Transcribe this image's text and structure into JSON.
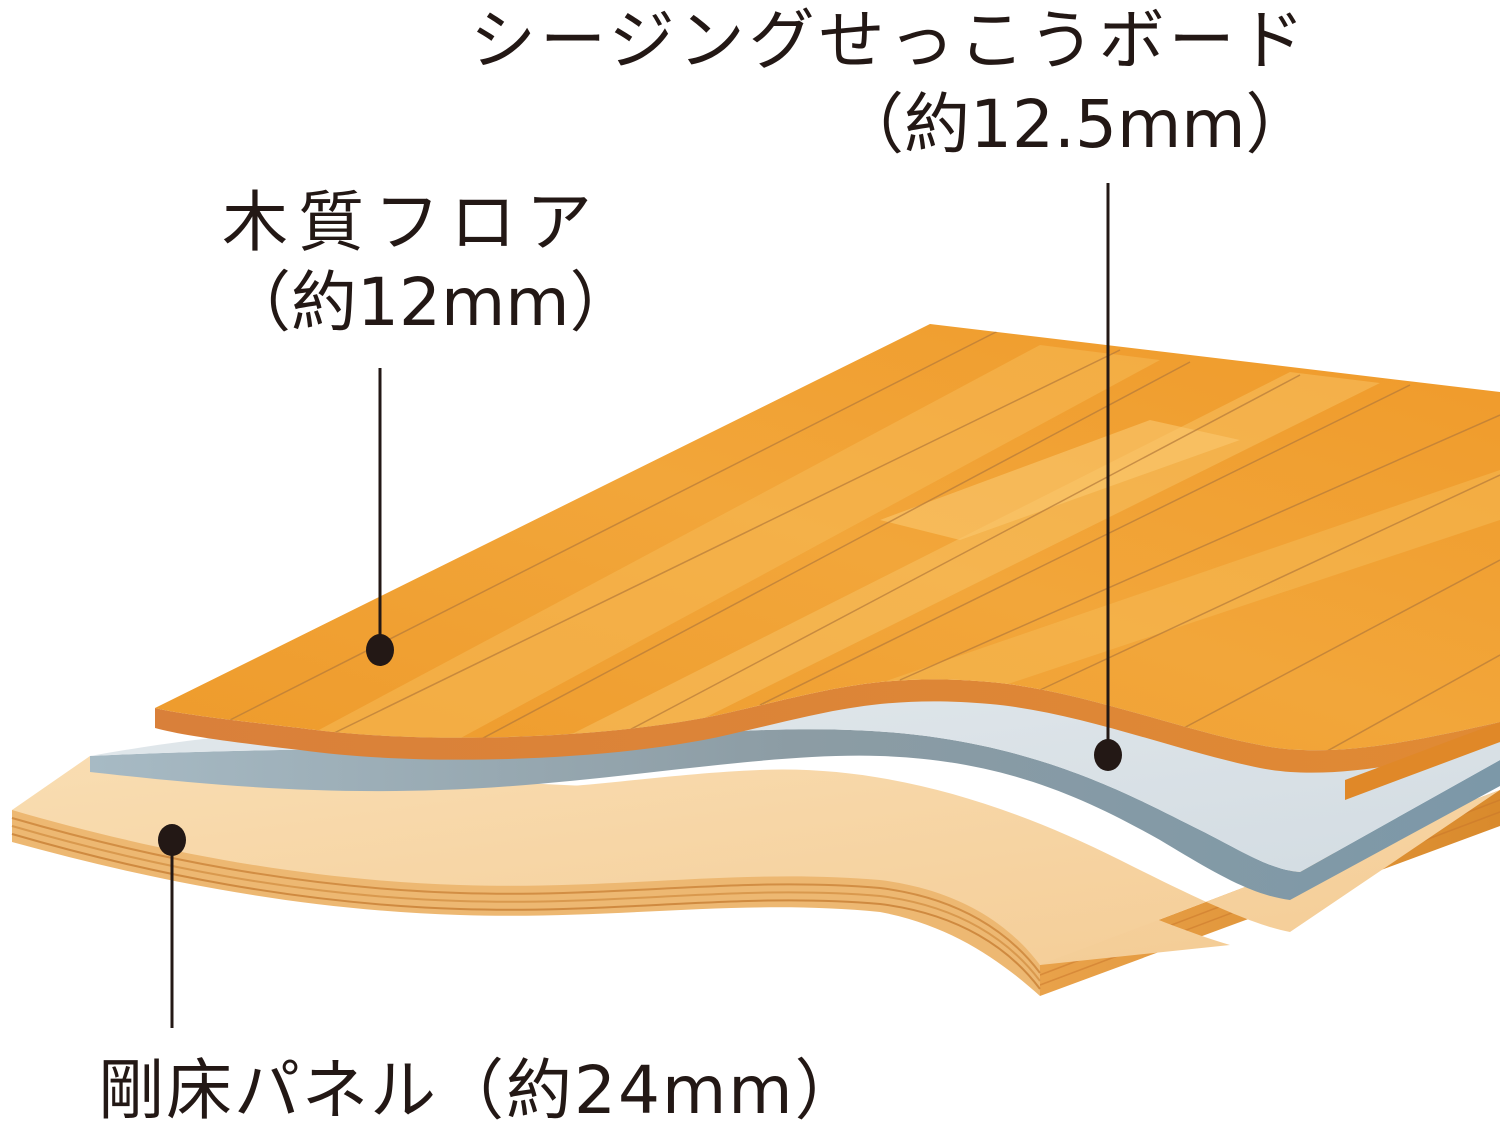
{
  "diagram": {
    "type": "floor-construction-cross-section",
    "layers": [
      {
        "id": "wood-floor",
        "name": "木質フロア",
        "thickness": "（約12mm）",
        "color_top": "#F0A030",
        "color_light": "#F7C05A",
        "color_edge": "#D87A2A"
      },
      {
        "id": "gypsum-board",
        "name": "シージングせっこうボード",
        "thickness": "（約12.5mm）",
        "color_top": "#DCE3E8",
        "color_edge": "#8FA4B0"
      },
      {
        "id": "plywood-panel",
        "name": "剛床パネル",
        "thickness": "（約24mm）",
        "color_top": "#F8D8A8",
        "color_edge": "#E8A040"
      }
    ],
    "labels": {
      "gypsum_title": "シージングせっこうボード",
      "gypsum_size": "（約12.5mm）",
      "floor_title": "木質フロア",
      "floor_size": "（約12mm）",
      "panel": "剛床パネル（約24mm）"
    },
    "leader_color": "#231815"
  }
}
